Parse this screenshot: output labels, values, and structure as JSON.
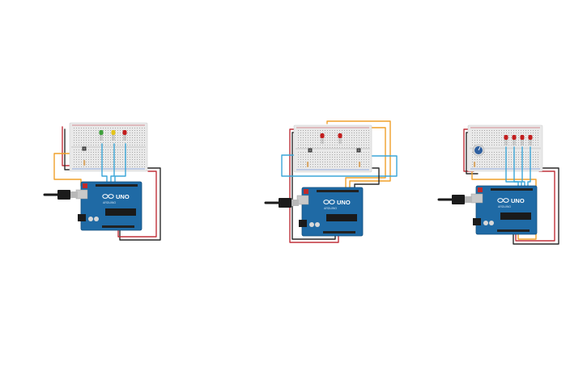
{
  "canvas": {
    "background": "#ffffff"
  },
  "colors": {
    "board": "#1f6aa5",
    "board_dark": "#154f7e",
    "breadboard": "#e9e9e9",
    "breadboard_hole": "#9a9a9a",
    "wire_blue": "#3aa6d8",
    "wire_orange": "#f0a02a",
    "wire_red": "#c0303a",
    "wire_black": "#2a2a2a",
    "led_red": "#c21d1d",
    "led_yellow": "#e4c41a",
    "led_green": "#3ea03a",
    "usb_cable": "#1b1b1b",
    "usb_plug": "#b8b8b8"
  },
  "circuits": [
    {
      "id": "circuit-1",
      "components": [
        "breadboard",
        "arduino-uno",
        "usb-cable",
        "push-button",
        "led-green",
        "led-yellow",
        "led-red",
        "resistor"
      ],
      "board_logo": "UNO",
      "board_brand": "ARDUINO"
    },
    {
      "id": "circuit-2",
      "components": [
        "breadboard",
        "arduino-uno",
        "usb-cable",
        "push-button",
        "push-button",
        "led-red",
        "led-red",
        "resistor"
      ],
      "board_logo": "UNO",
      "board_brand": "ARDUINO"
    },
    {
      "id": "circuit-3",
      "components": [
        "breadboard",
        "arduino-uno",
        "usb-cable",
        "potentiometer",
        "led-red",
        "led-red",
        "led-red",
        "led-red",
        "resistor"
      ],
      "board_logo": "UNO",
      "board_brand": "ARDUINO"
    }
  ]
}
